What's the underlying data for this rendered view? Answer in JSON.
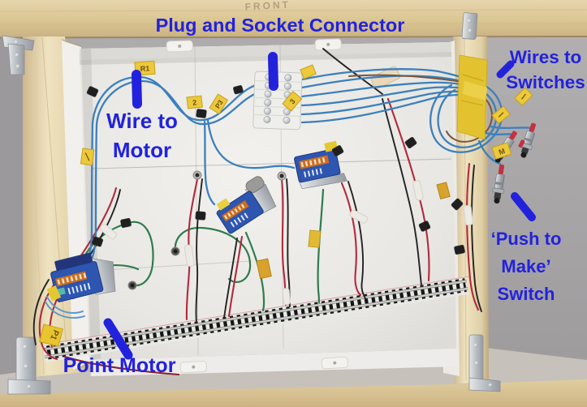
{
  "annotations": {
    "plug_socket": "Plug and Socket Connector",
    "wire_to_motor": "Wire to\nMotor",
    "wires_to_switches": "Wires to\nSwitches",
    "push_to_make": "‘Push to\nMake’\nSwitch",
    "point_motor": "Point Motor"
  },
  "frame": {
    "pencil_text": "FRONT"
  },
  "wire_tags": {
    "r1": "R1",
    "two": "2",
    "three": "3",
    "p3": "P3",
    "p1": "P1",
    "m": "M"
  },
  "colors": {
    "annotation_blue": "#2222dd",
    "wire_blue": "#3c80bb",
    "wire_red": "#b22a3c",
    "wire_green": "#2f7b4e",
    "wire_black": "#232323",
    "tape_yellow": "#e2c22e",
    "wood": "#dcc9a2",
    "wall_grey": "#a8a5a8",
    "baseboard_white": "#e9e8e5"
  }
}
